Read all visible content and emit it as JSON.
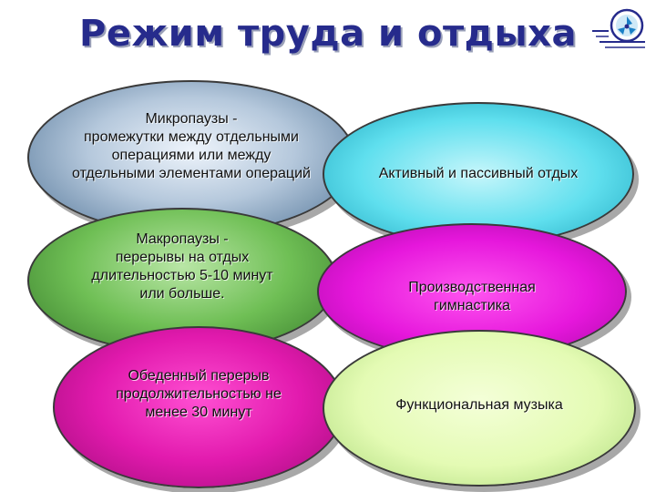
{
  "title": "Режим труда и отдыха",
  "logo_icon": "recycle-emblem-icon",
  "ovals": {
    "micropauses": "Микропаузы -\nпромежутки между отдельными\nоперациями или между\nотдельными элементами операций",
    "macropauses": "Макропаузы -\nперерывы на отдых\nдлительностью 5-10 минут\nили больше.",
    "lunch_break": "Обеденный перерыв\nпродолжительностью не\nменее 30 минут",
    "active_passive_rest": "Активный и пассивный отдых",
    "industrial_gymnastics": "Производственная\nгимнастика",
    "functional_music": "Функциональная музыка"
  },
  "colors": {
    "title": "#262b8c",
    "micropauses": "#b5c8dc",
    "macropauses": "#6fbf55",
    "lunch_break": "#e21aae",
    "active_passive_rest": "#5fdfee",
    "industrial_gymnastics": "#e617dc",
    "functional_music": "#e4fbb4"
  }
}
